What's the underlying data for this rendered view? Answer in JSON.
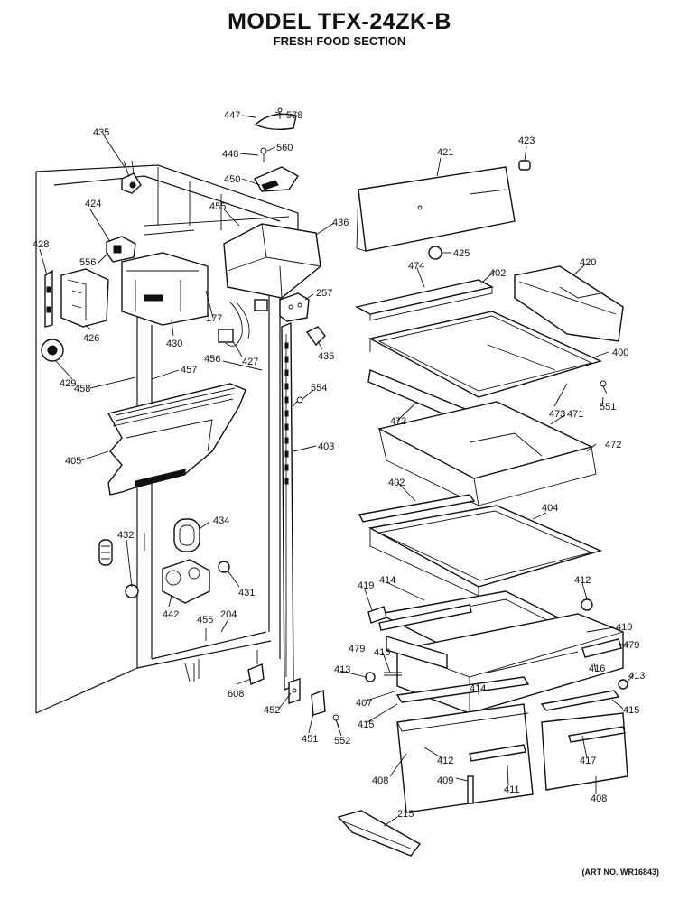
{
  "header": {
    "title": "MODEL TFX-24ZK-B",
    "subtitle": "FRESH FOOD SECTION"
  },
  "footer": {
    "art_number": "(ART NO. WR16843)"
  },
  "callouts": [
    "447",
    "578",
    "448",
    "560",
    "450",
    "435",
    "424",
    "455",
    "436",
    "421",
    "423",
    "425",
    "428",
    "556",
    "426",
    "429",
    "430",
    "177",
    "427",
    "257",
    "435b",
    "474",
    "402",
    "420",
    "400",
    "458",
    "457",
    "456",
    "554",
    "473",
    "551",
    "471",
    "405",
    "403",
    "473b",
    "472",
    "402b",
    "404",
    "432",
    "434",
    "431",
    "442",
    "455b",
    "204",
    "419",
    "414",
    "412",
    "410",
    "479",
    "416",
    "413",
    "608",
    "452",
    "451",
    "552",
    "407",
    "415",
    "414b",
    "416b",
    "413b",
    "479b",
    "415b",
    "408",
    "409",
    "411",
    "412b",
    "417",
    "408b",
    "215"
  ],
  "labels": {
    "447": "447",
    "578": "578",
    "448": "448",
    "560": "560",
    "450": "450",
    "435": "435",
    "424": "424",
    "455": "455",
    "436": "436",
    "421": "421",
    "423": "423",
    "425": "425",
    "428": "428",
    "556": "556",
    "426": "426",
    "429": "429",
    "430": "430",
    "177": "177",
    "427": "427",
    "257": "257",
    "435b": "435",
    "474": "474",
    "402": "402",
    "420": "420",
    "400": "400",
    "458": "458",
    "457": "457",
    "456": "456",
    "554": "554",
    "473": "473",
    "551": "551",
    "471": "471",
    "405": "405",
    "403": "403",
    "473b": "473",
    "472": "472",
    "402b": "402",
    "404": "404",
    "432": "432",
    "434": "434",
    "431": "431",
    "442": "442",
    "455b": "455",
    "204": "204",
    "419": "419",
    "414": "414",
    "412": "412",
    "410": "410",
    "479": "479",
    "416": "416",
    "413": "413",
    "608": "608",
    "452": "452",
    "451": "451",
    "552": "552",
    "407": "407",
    "415": "415",
    "414b": "414",
    "416b": "416",
    "413b": "413",
    "479b": "479",
    "415b": "415",
    "408": "408",
    "409": "409",
    "411": "411",
    "412b": "412",
    "417": "417",
    "408b": "408",
    "215": "215"
  }
}
